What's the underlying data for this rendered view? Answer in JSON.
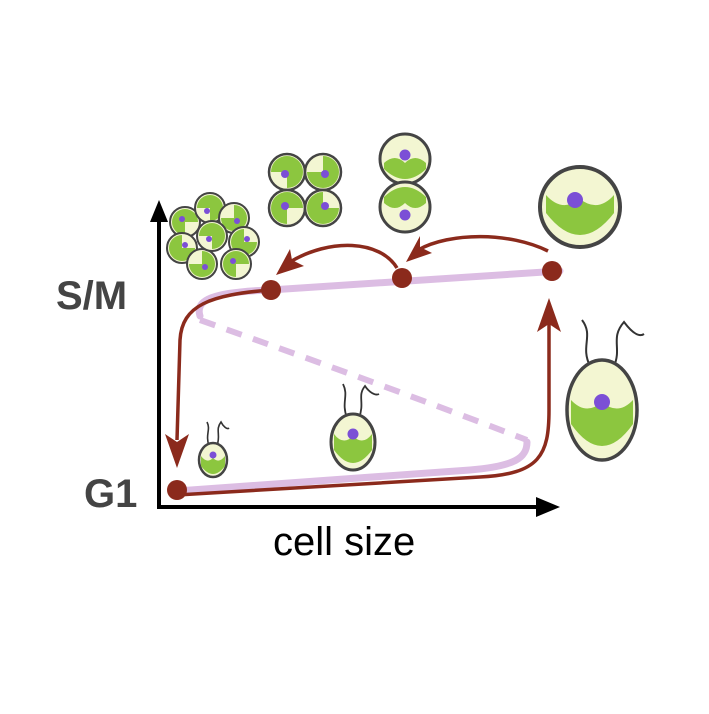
{
  "diagram": {
    "y_labels": {
      "upper": "S/M",
      "lower": "G1"
    },
    "x_label": "cell size",
    "colors": {
      "axis": "#000000",
      "label": "#444444",
      "trajectory": "#8b2a1c",
      "branch": "#dcbde3",
      "cell_outline": "#444444",
      "cell_wall": "#f3f6d2",
      "chloroplast": "#8cc63f",
      "nucleus": "#7b4fd6",
      "flagella": "#333333"
    },
    "icons": [
      "cell-size-arrow-icon",
      "s-m-axis-arrow-icon",
      "cell-with-flagella-icon",
      "large-cell-icon",
      "two-cell-division-icon",
      "four-cell-division-icon",
      "eight-cell-division-icon"
    ]
  }
}
